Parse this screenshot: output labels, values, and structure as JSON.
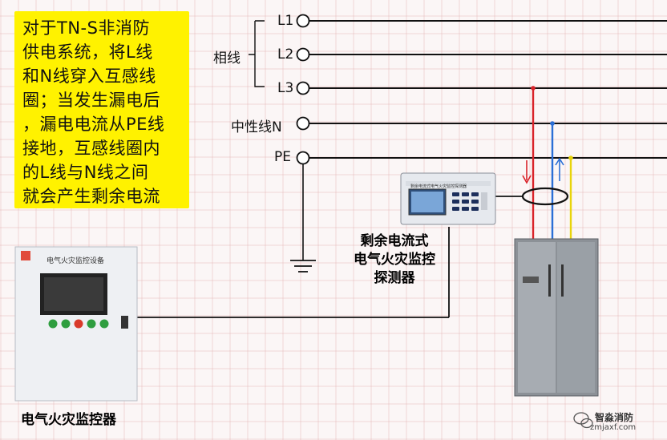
{
  "note": {
    "text": "对于TN-S非消防\n供电系统，将L线\n和N线穿入互感线\n圈；当发生漏电后\n，漏电电流从PE线\n接地，互感线圈内\n的L线与N线之间\n就会产生剩余电流",
    "bg_color": "#fff200"
  },
  "lines": {
    "L1": "L1",
    "L2": "L2",
    "L3": "L3",
    "neutral": "中性线N",
    "pe": "PE",
    "phase_group": "相线"
  },
  "monitor": {
    "device_name": "剩余电流式电气火灾监控探测器",
    "caption": "剩余电流式\n电气火灾监控\n探测器"
  },
  "controller": {
    "cabinet_title": "电气火灾监控设备",
    "caption": "电气火灾监控器"
  },
  "watermark": {
    "brand": "智淼消防",
    "url": "zmjaxf.com"
  },
  "colors": {
    "L3_wire": "#d9232a",
    "N_wire": "#2a6fd6",
    "PE_wire": "#e8d40a",
    "note_bg": "#fff200"
  },
  "icons": [
    "ground-icon",
    "arrow-down-icon",
    "arrow-up-icon",
    "wechat-icon"
  ]
}
